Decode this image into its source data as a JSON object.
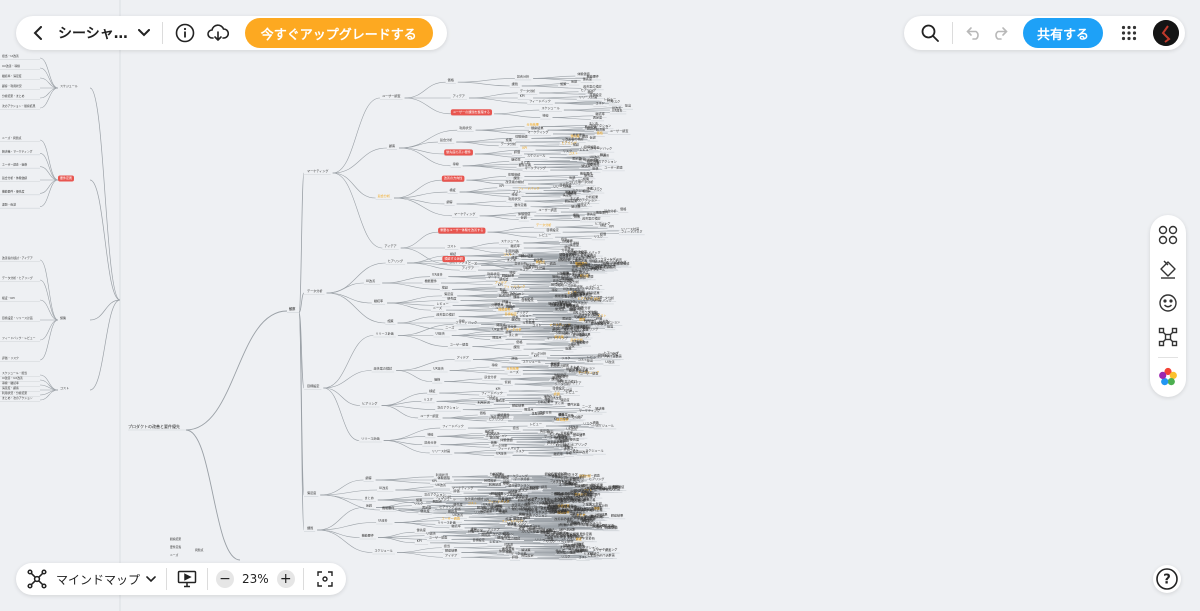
{
  "header": {
    "doc_title": "シーシャ…",
    "upgrade_label": "今すぐアップグレードする",
    "share_label": "共有する",
    "upgrade_color": "#fda921",
    "share_color": "#1ea1f7"
  },
  "bottom": {
    "layout_label": "マインドマップ",
    "zoom_level": "23%",
    "zoom_out": "−",
    "zoom_in": "+"
  },
  "help": {
    "label": "?"
  },
  "icons": {
    "back": "chevron-left-icon",
    "title_menu": "chevron-down-icon",
    "info": "info-icon",
    "cloud": "cloud-download-icon",
    "search": "search-icon",
    "undo": "undo-icon",
    "redo": "redo-icon",
    "apps": "grid-icon",
    "layout": "mindmap-icon",
    "present": "present-icon",
    "fit": "fit-screen-icon",
    "right_toolbar": [
      "shapes-icon",
      "paint-bucket-icon",
      "emoji-icon",
      "structure-icon",
      "color-palette-icon"
    ]
  },
  "mindmap": {
    "root_label": "プロダクトの改善と要件優先",
    "hub_label": "観察",
    "highlight_color": "#e8554f",
    "accent_text_color": "#f3a81b",
    "nodes": [
      "マーケティング",
      "ユーザー調査",
      "価格",
      "競合分析",
      "体験価値",
      "機能要件",
      "優先度",
      "課題",
      "仮説",
      "施策",
      "改善案の検討",
      "アイデア",
      "データ分析",
      "ヒアリング",
      "検証",
      "KPI",
      "目標設定",
      "リリース計画",
      "フィードバック",
      "レビュー",
      "評価",
      "リスク",
      "コスト",
      "スケジュール",
      "担当",
      "UI改善",
      "UX改善",
      "導線",
      "継続率",
      "満足度",
      "顧客",
      "利用状況",
      "分析結果",
      "まとめ",
      "次のアクション",
      "観察結果",
      "要件定義",
      "ニーズ",
      "問題点",
      "解決策"
    ],
    "highlight_nodes": [
      "ユーザーの課題を整理する",
      "優先度の高い要件",
      "改善の方向性",
      "重要なユーザー体験を改善する",
      "検証する仮説"
    ]
  }
}
